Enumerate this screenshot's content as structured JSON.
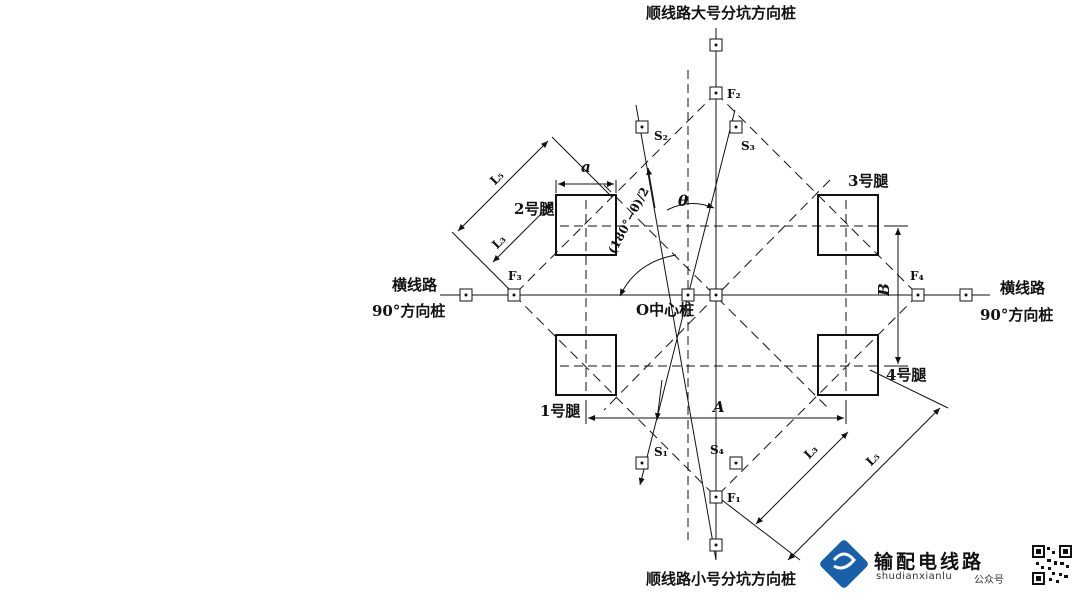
{
  "labels": {
    "top_stake": "顺线路大号分坑方向桩",
    "bottom_stake": "顺线路小号分坑方向桩",
    "left_line": "横线路",
    "left_dir": "90°方向桩",
    "right_line": "横线路",
    "right_dir": "90°方向桩",
    "center": "O中心桩",
    "leg1": "1号腿",
    "leg2": "2号腿",
    "leg3": "3号腿",
    "leg4": "4号腿",
    "F1": "F₁",
    "F2": "F₂",
    "F3": "F₃",
    "F4": "F₄",
    "S1": "S₁",
    "S2": "S₂",
    "S3": "S₃",
    "S4": "S₄",
    "dim_a": "a",
    "dim_A": "A",
    "dim_B": "B",
    "theta": "θ",
    "angle_expr": "(180°−θ)/2",
    "L5_left": "L₅",
    "L3_left": "L₃",
    "L3_right": "L₃",
    "L5_right": "L₅"
  },
  "brand": {
    "name": "输配电线路",
    "pinyin": "shudianxianlu",
    "gzh": "公众号",
    "logo_color": "#1a5fa8"
  }
}
